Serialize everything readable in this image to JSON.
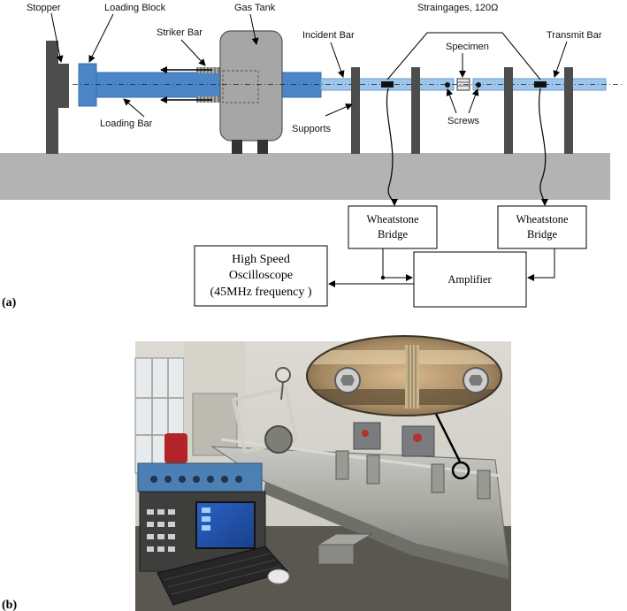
{
  "panel_a": {
    "panel_label": "(a)",
    "labels": {
      "stopper": "Stopper",
      "loading_block": "Loading Block",
      "striker_bar": "Striker Bar",
      "gas_tank": "Gas Tank",
      "incident_bar": "Incident Bar",
      "straingages": "Straingages, 120Ω",
      "specimen": "Specimen",
      "transmit_bar": "Transmit Bar",
      "loading_bar": "Loading Bar",
      "supports": "Supports",
      "screws": "Screws"
    },
    "boxes": {
      "wheatstone_left": [
        "Wheatstone",
        "Bridge"
      ],
      "wheatstone_right": [
        "Wheatstone",
        "Bridge"
      ],
      "amplifier": "Amplifier",
      "oscilloscope": [
        "High Speed",
        "Oscilloscope",
        "(45MHz frequency )"
      ]
    },
    "colors": {
      "bar_blue": "#4a86c8",
      "bar_light": "#9ec6ec",
      "ground": "#b3b3b3",
      "support": "#4d4d4d",
      "tank": "#a6a6a6"
    }
  },
  "panel_b": {
    "panel_label": "(b)"
  }
}
